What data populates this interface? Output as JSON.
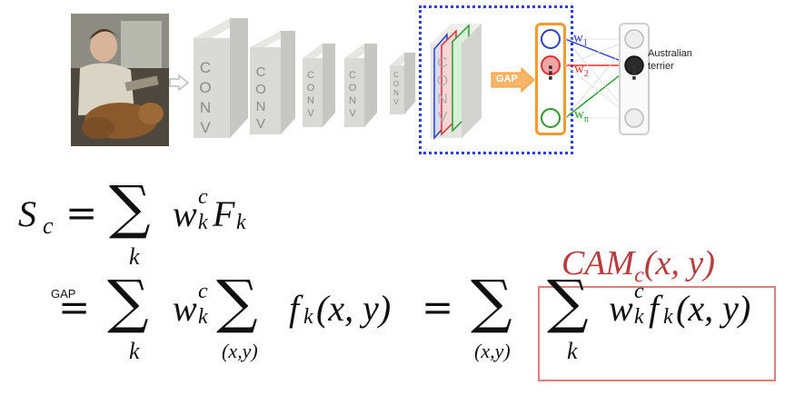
{
  "diagram": {
    "conv_label": "CONV",
    "gap_label": "GAP",
    "weights": [
      "w",
      "w",
      "w"
    ],
    "weight_subscripts": [
      "1",
      "2",
      "n"
    ],
    "output_label_line1": "Australian",
    "output_label_line2": "terrier",
    "dots": "⋮",
    "colors": {
      "blue": "#2b3fd6",
      "red": "#e03030",
      "green": "#2a9a2a",
      "orange": "#f39a2e",
      "dashed_box": "#2b3fe0",
      "cam_box": "#e87a7a",
      "cam_text": "#b83c3c",
      "conv_face": "#dcdcd8",
      "conv_side": "#cacac6"
    }
  },
  "equations": {
    "line1": {
      "S": "S",
      "S_sub": "c",
      "eq": "=",
      "sum": "∑",
      "sum_index": "k",
      "w": "w",
      "w_sup": "c",
      "w_sub": "k",
      "F": "F",
      "F_sub": "k"
    },
    "cam_label": "CAM",
    "cam_sub": "c",
    "cam_args": "(x, y)",
    "line2": {
      "gap_tag": "GAP",
      "eq": "=",
      "sum": "∑",
      "sum1_index": "k",
      "w": "w",
      "w_sup": "c",
      "w_sub": "k",
      "sum2_index": "(x,y)",
      "f": "f",
      "f_sub": "k",
      "args": "(x, y)",
      "eq2": "=",
      "sum3_index": "(x,y)",
      "sum4_index": "k"
    }
  }
}
